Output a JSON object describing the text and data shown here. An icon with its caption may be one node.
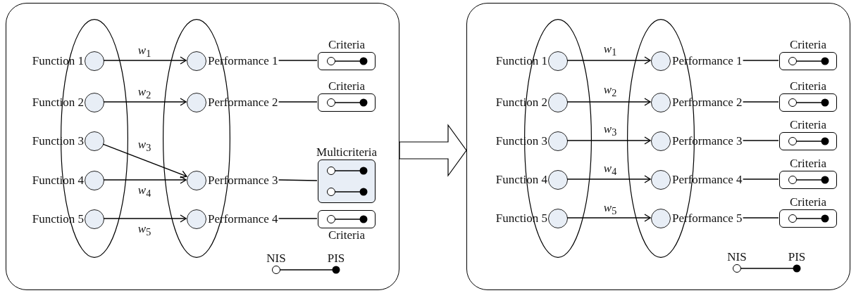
{
  "diagram": {
    "nodes": [
      {
        "text": [],
        "shape": "box"
      },
      {
        "text": [],
        "shape": "ellipse",
        "in": 0
      },
      {
        "text": [],
        "shape": "ellipse",
        "in": 0
      },
      {
        "text": [
          "Function 1"
        ],
        "in": 1
      },
      {
        "text": [
          "Function 2"
        ],
        "in": 1
      },
      {
        "text": [
          "Function 3"
        ],
        "in": 1
      },
      {
        "text": [
          "Function 4"
        ],
        "in": 1
      },
      {
        "text": [
          "Function 5"
        ],
        "in": 1
      },
      {
        "text": [
          "Performance 1"
        ],
        "in": 2
      },
      {
        "text": [
          "Performance 2"
        ],
        "in": 2
      },
      {
        "text": [
          "Performance 3"
        ],
        "in": 2
      },
      {
        "text": [
          "Performance 4"
        ],
        "in": 2
      },
      {
        "text": [
          "Criteria"
        ],
        "in": 0
      },
      {
        "text": [
          "Criteria"
        ],
        "in": 0
      },
      {
        "text": [
          "Multicriteria"
        ],
        "in": 0
      },
      {
        "text": [
          "Criteria"
        ],
        "in": 0
      },
      {
        "text": [],
        "shape": "box"
      },
      {
        "text": [],
        "shape": "ellipse",
        "in": 16
      },
      {
        "text": [],
        "shape": "ellipse",
        "in": 16
      },
      {
        "text": [
          "Function 1"
        ],
        "in": 17
      },
      {
        "text": [
          "Function 2"
        ],
        "in": 17
      },
      {
        "text": [
          "Function 3"
        ],
        "in": 17
      },
      {
        "text": [
          "Function 4"
        ],
        "in": 17
      },
      {
        "text": [
          "Function 5"
        ],
        "in": 17
      },
      {
        "text": [
          "Performance 1"
        ],
        "in": 18
      },
      {
        "text": [
          "Performance 2"
        ],
        "in": 18
      },
      {
        "text": [
          "Performance 3"
        ],
        "in": 18
      },
      {
        "text": [
          "Performance 4"
        ],
        "in": 18
      },
      {
        "text": [
          "Performance 5"
        ],
        "in": 18
      },
      {
        "text": [
          "Criteria"
        ],
        "in": 16
      },
      {
        "text": [
          "Criteria"
        ],
        "in": 16
      },
      {
        "text": [
          "Criteria"
        ],
        "in": 16
      },
      {
        "text": [
          "Criteria"
        ],
        "in": 16
      },
      {
        "text": [
          "Criteria"
        ],
        "in": 16
      }
    ],
    "edges": [
      {
        "from": 3,
        "to": 8,
        "arrow": "to",
        "label": "*w*$_{1}$"
      },
      {
        "from": 4,
        "to": 9,
        "arrow": "to",
        "label": "*w*$_{2}$"
      },
      {
        "from": 5,
        "to": 10,
        "arrow": "to",
        "label": "*w*$_{3}$"
      },
      {
        "from": 6,
        "to": 10,
        "arrow": "to",
        "label": "*w*$_{4}$"
      },
      {
        "from": 7,
        "to": 11,
        "arrow": "to",
        "label": "*w*$_{5}$"
      },
      {
        "from": 8,
        "to": 12,
        "arrow": "none"
      },
      {
        "from": 9,
        "to": 13,
        "arrow": "none"
      },
      {
        "from": 10,
        "to": 14,
        "arrow": "none"
      },
      {
        "from": 11,
        "to": 15,
        "arrow": "none"
      },
      {
        "from": 0,
        "to": 16,
        "arrow": "to",
        "style": "thick"
      },
      {
        "from": 19,
        "to": 24,
        "arrow": "to",
        "label": "*w*$_{1}$"
      },
      {
        "from": 20,
        "to": 25,
        "arrow": "to",
        "label": "*w*$_{2}$"
      },
      {
        "from": 21,
        "to": 26,
        "arrow": "to",
        "label": "*w*$_{3}$"
      },
      {
        "from": 22,
        "to": 27,
        "arrow": "to",
        "label": "*w*$_{4}$"
      },
      {
        "from": 23,
        "to": 28,
        "arrow": "to",
        "label": "*w*$_{5}$"
      },
      {
        "from": 24,
        "to": 29,
        "arrow": "none"
      },
      {
        "from": 25,
        "to": 30,
        "arrow": "none"
      },
      {
        "from": 26,
        "to": 31,
        "arrow": "none"
      },
      {
        "from": 27,
        "to": 32,
        "arrow": "none"
      },
      {
        "from": 28,
        "to": 33,
        "arrow": "none"
      }
    ],
    "labels": [
      "NIS",
      "PIS",
      "NIS",
      "PIS"
    ]
  }
}
